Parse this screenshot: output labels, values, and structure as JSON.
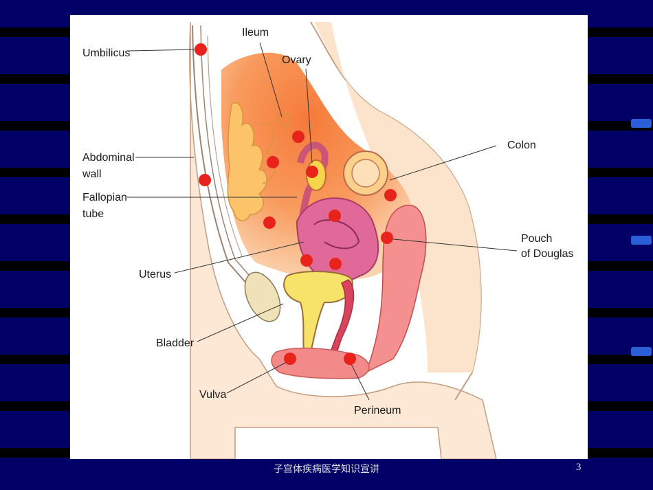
{
  "labels": {
    "umbilicus": "Umbilicus",
    "ileum": "Ileum",
    "ovary": "Ovary",
    "abdominal_1": "Abdominal",
    "abdominal_2": "wall",
    "colon": "Colon",
    "fallopian_1": "Fallopian",
    "fallopian_2": "tube",
    "pouch_1": "Pouch",
    "pouch_2": "of Douglas",
    "uterus": "Uterus",
    "bladder": "Bladder",
    "vulva": "Vulva",
    "perineum": "Perineum"
  },
  "footer": {
    "title": "子宫体疾病医学知识宣讲",
    "page": "3"
  },
  "colors": {
    "slide_background": "#000066",
    "marker": "#e8231c"
  }
}
